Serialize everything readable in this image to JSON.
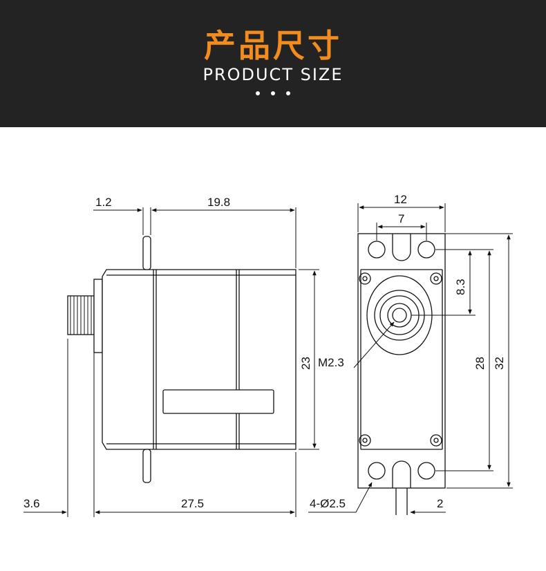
{
  "header": {
    "title_cn": "产品尺寸",
    "title_en": "PRODUCT SIZE"
  },
  "colors": {
    "accent": "#f28c1e",
    "header_bg": "#232323",
    "line": "#111111"
  },
  "dimensions": {
    "flange_thickness": "1.2",
    "body_length": "19.8",
    "body_height": "23",
    "spline_offset": "3.6",
    "overall_length": "27.5",
    "width": "12",
    "hole_spacing_x": "7",
    "shaft_offset": "8.3",
    "hole_spacing_y": "28",
    "overall_height": "32",
    "thread": "M2.3",
    "holes": "4-Ø2.5",
    "hole_edge": "2"
  }
}
